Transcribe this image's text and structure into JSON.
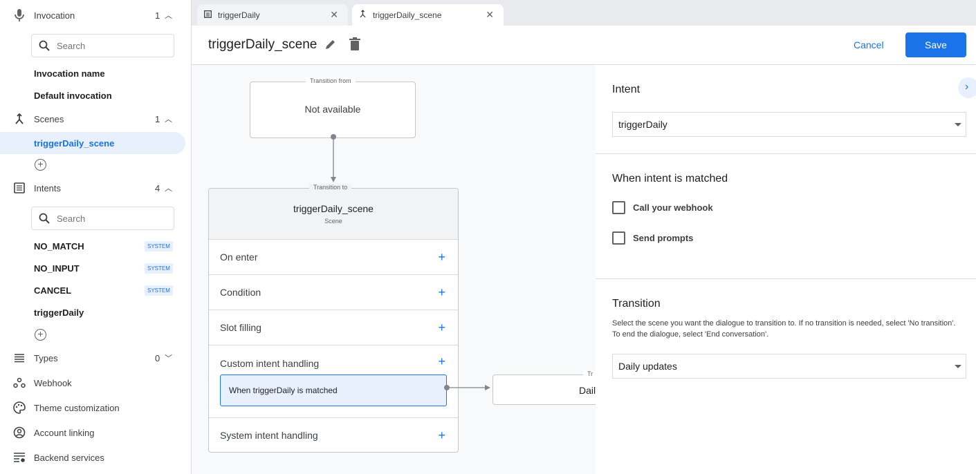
{
  "sidebar": {
    "invocation": {
      "label": "Invocation",
      "count": "1",
      "search_placeholder": "Search",
      "items": [
        "Invocation name",
        "Default invocation"
      ]
    },
    "scenes": {
      "label": "Scenes",
      "count": "1",
      "items": [
        "triggerDaily_scene"
      ]
    },
    "intents": {
      "label": "Intents",
      "count": "4",
      "search_placeholder": "Search",
      "items": [
        {
          "label": "NO_MATCH",
          "badge": "SYSTEM"
        },
        {
          "label": "NO_INPUT",
          "badge": "SYSTEM"
        },
        {
          "label": "CANCEL",
          "badge": "SYSTEM"
        },
        {
          "label": "triggerDaily"
        }
      ]
    },
    "types": {
      "label": "Types",
      "count": "0"
    },
    "webhook": "Webhook",
    "theme": "Theme customization",
    "account": "Account linking",
    "backend": "Backend services"
  },
  "tabs": [
    {
      "label": "triggerDaily",
      "icon": "intent-icon"
    },
    {
      "label": "triggerDaily_scene",
      "icon": "scene-icon",
      "active": true
    }
  ],
  "header": {
    "title": "triggerDaily_scene",
    "cancel": "Cancel",
    "save": "Save"
  },
  "canvas": {
    "from": {
      "legend": "Transition from",
      "text": "Not available"
    },
    "to": {
      "legend": "Transition to",
      "title": "triggerDaily_scene",
      "subtitle": "Scene",
      "rows": [
        "On enter",
        "Condition",
        "Slot filling",
        "Custom intent handling",
        "System intent handling"
      ],
      "matched": "When triggerDaily is matched"
    },
    "target": {
      "legend": "Tr",
      "text": "Dail"
    }
  },
  "panel": {
    "intent_heading": "Intent",
    "intent_value": "triggerDaily",
    "matched_heading": "When intent is matched",
    "webhook": "Call your webhook",
    "prompts": "Send prompts",
    "transition_heading": "Transition",
    "transition_help": "Select the scene you want the dialogue to transition to. If no transition is needed, select 'No transition'. To end the dialogue, select 'End conversation'.",
    "transition_value": "Daily updates"
  },
  "colors": {
    "accent": "#1a73e8",
    "selected_bg": "#e8f0fe"
  }
}
